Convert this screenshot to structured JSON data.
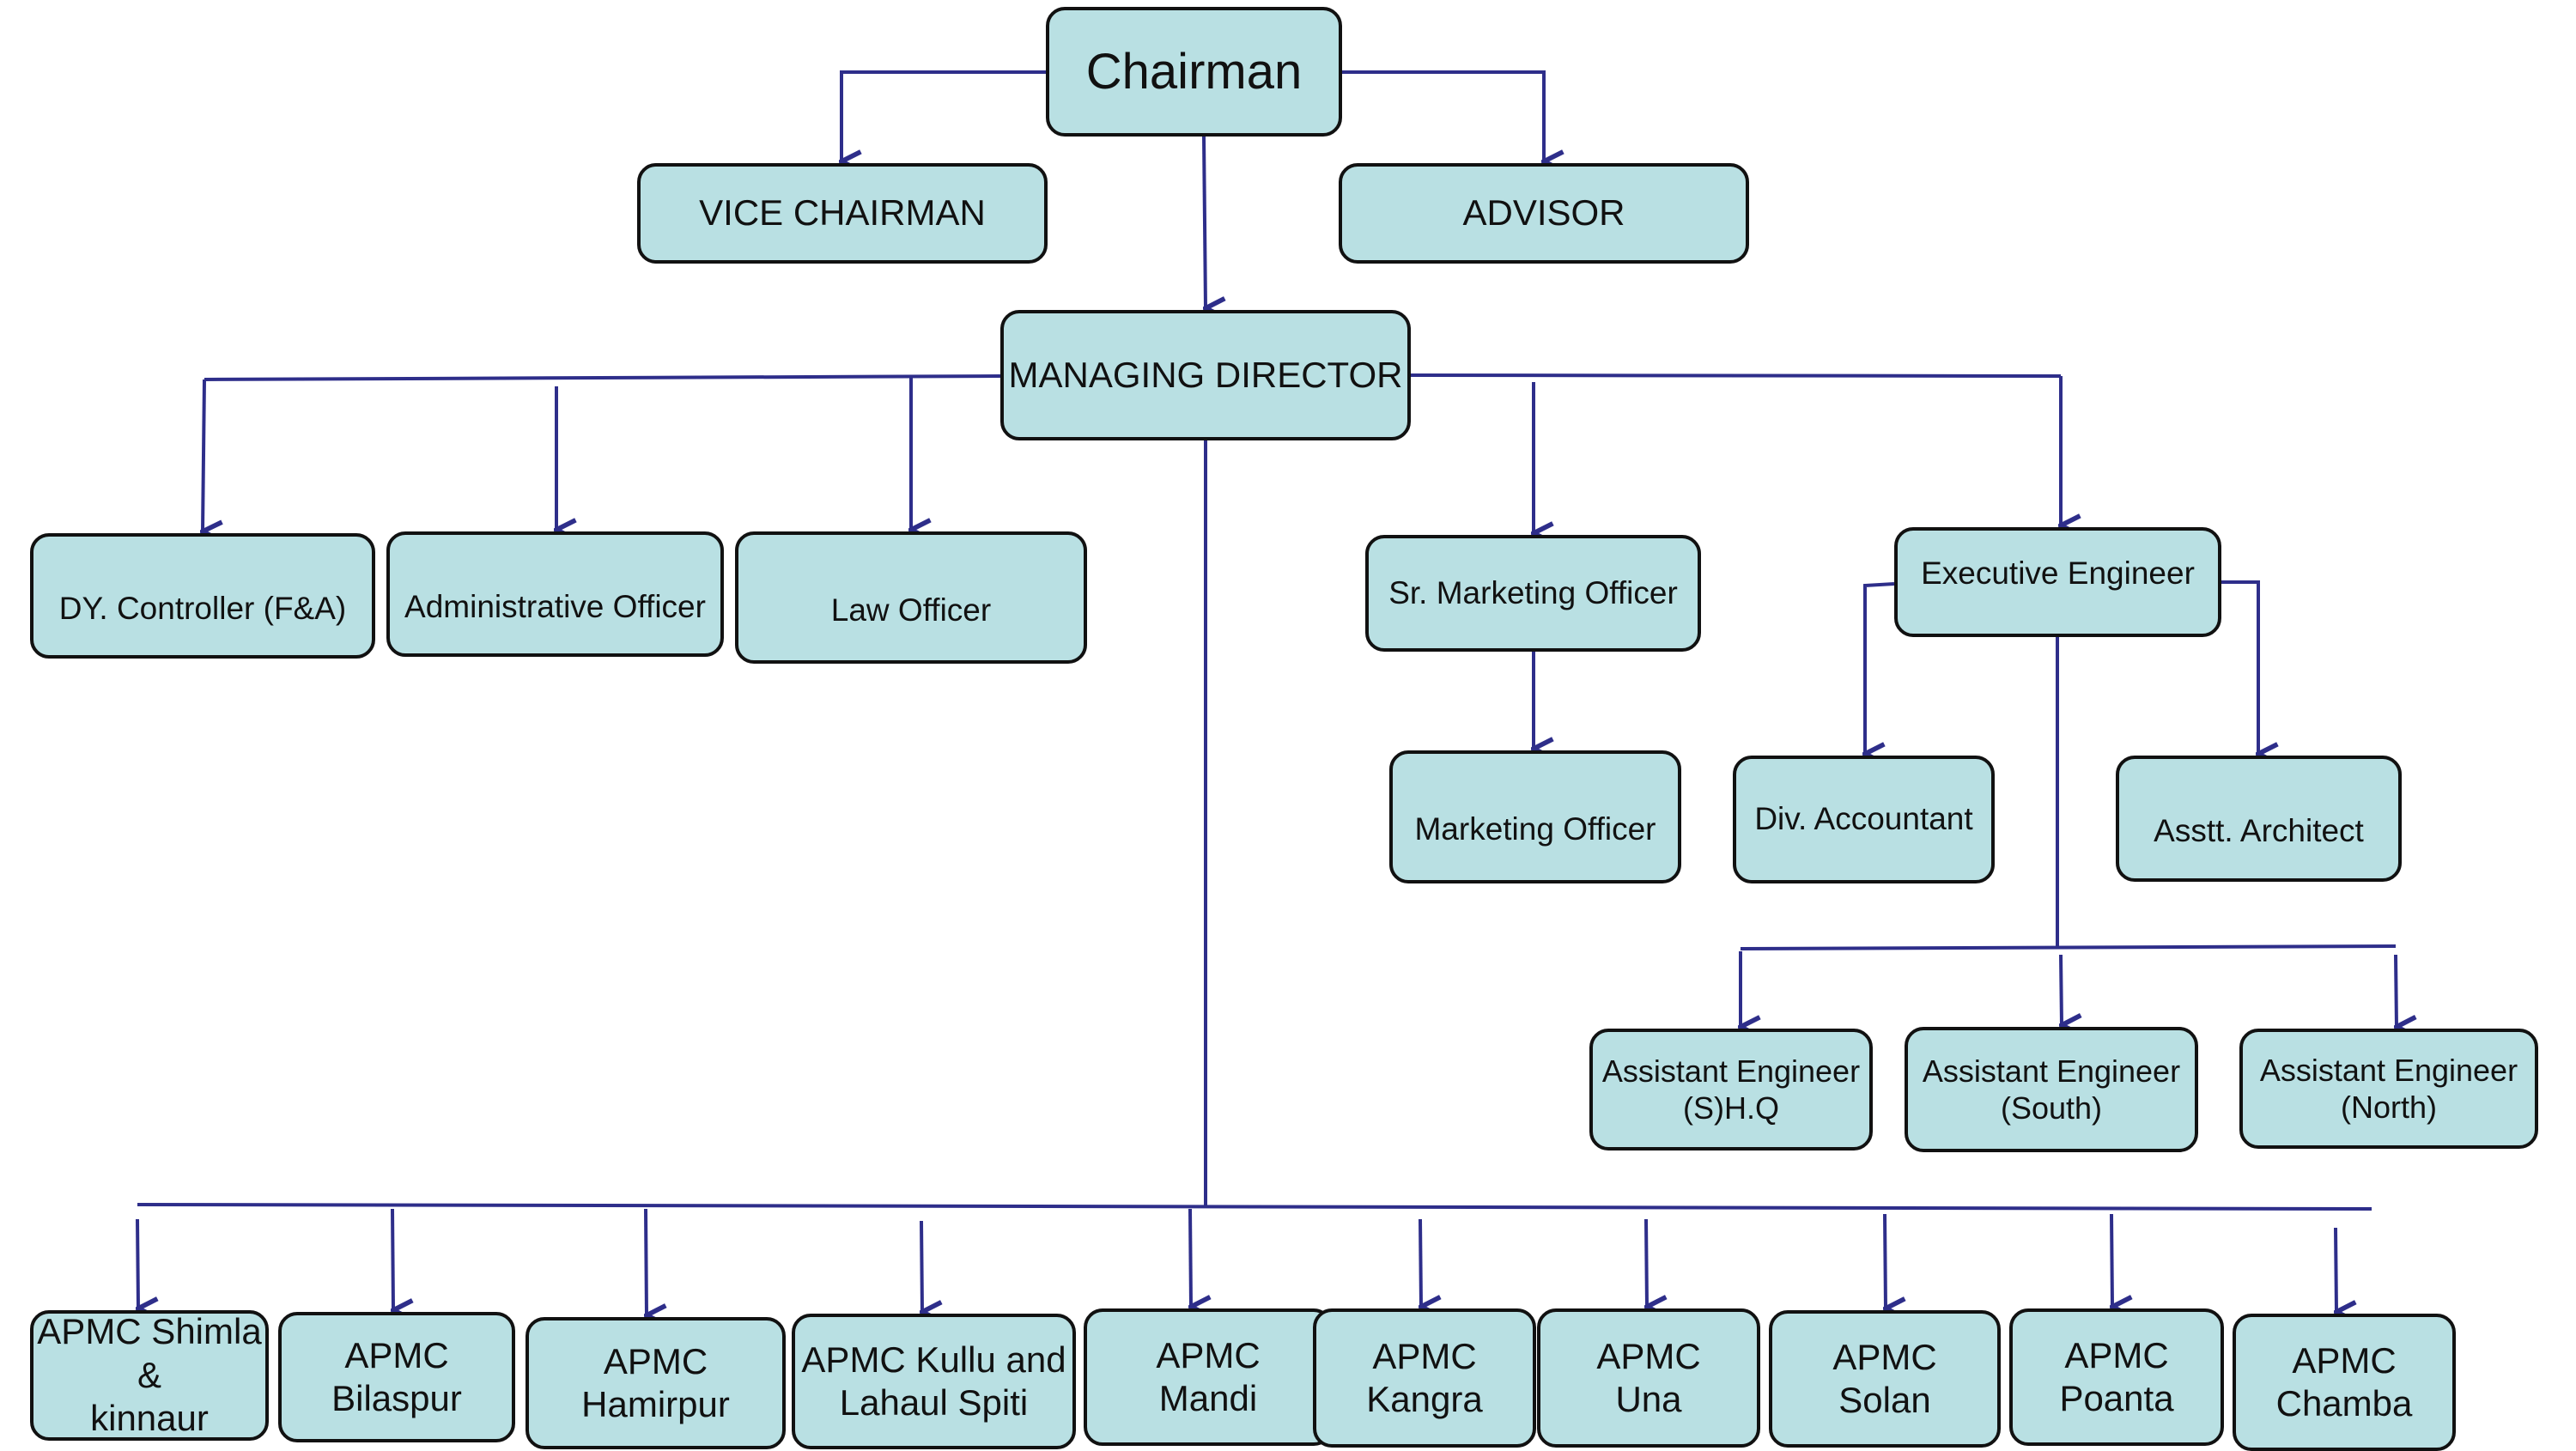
{
  "colors": {
    "box_fill": "#b9e0e3",
    "box_border": "#111111",
    "connector": "#2e2e8a",
    "text": "#111111"
  },
  "org": {
    "chairman": "Chairman",
    "vice_chairman": "VICE CHAIRMAN",
    "advisor": "ADVISOR",
    "managing_director": "MANAGING DIRECTOR",
    "dy_controller": "DY. Controller (F&A)",
    "administrative_officer": "Administrative Officer",
    "law_officer": "Law Officer",
    "sr_marketing_officer": "Sr. Marketing Officer",
    "marketing_officer": "Marketing Officer",
    "executive_engineer": "Executive Engineer",
    "div_accountant": "Div. Accountant",
    "asstt_architect": "Asstt. Architect",
    "assistant_engineers": [
      "Assistant Engineer\n(S)H.Q",
      "Assistant Engineer\n(South)",
      "Assistant Engineer\n(North)"
    ],
    "apmcs": [
      "APMC Shimla\n&\nkinnaur",
      "APMC\nBilaspur",
      "APMC\nHamirpur",
      "APMC Kullu and\nLahaul Spiti",
      "APMC\nMandi",
      "APMC\nKangra",
      "APMC\nUna",
      "APMC\nSolan",
      "APMC\nPoanta",
      "APMC\nChamba"
    ]
  }
}
